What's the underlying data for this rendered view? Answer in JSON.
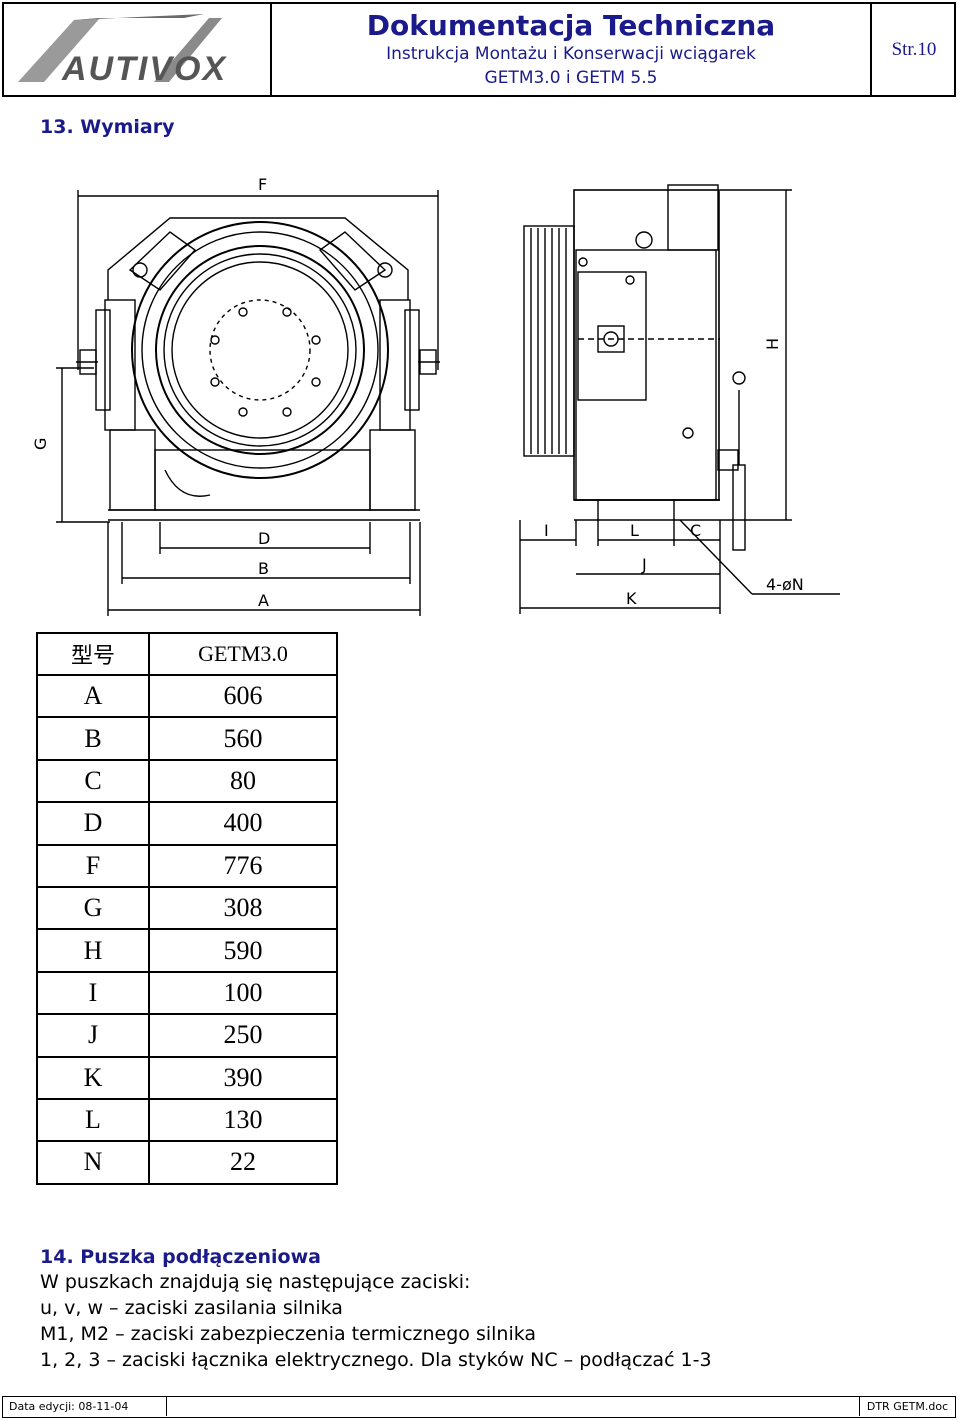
{
  "header": {
    "logo_text": "AUTIVOX",
    "title": "Dokumentacja Techniczna",
    "subtitle": "Instrukcja Montażu i Konserwacji wciągarek",
    "model_line": "GETM3.0 i GETM 5.5",
    "page_label": "Str.10"
  },
  "section13": {
    "heading": "13. Wymiary"
  },
  "drawing": {
    "labels": {
      "F": "F",
      "G": "G",
      "D": "D",
      "B": "B",
      "A": "A",
      "H": "H",
      "I": "I",
      "L": "L",
      "C": "C",
      "J": "J",
      "K": "K",
      "N": "4-øN"
    }
  },
  "dimension_table": {
    "header": [
      "型号",
      "GETM3.0"
    ],
    "rows": [
      [
        "A",
        "606"
      ],
      [
        "B",
        "560"
      ],
      [
        "C",
        "80"
      ],
      [
        "D",
        "400"
      ],
      [
        "F",
        "776"
      ],
      [
        "G",
        "308"
      ],
      [
        "H",
        "590"
      ],
      [
        "I",
        "100"
      ],
      [
        "J",
        "250"
      ],
      [
        "K",
        "390"
      ],
      [
        "L",
        "130"
      ],
      [
        "N",
        "22"
      ]
    ]
  },
  "section14": {
    "heading": "14. Puszka podłączeniowa",
    "lines": [
      "W puszkach znajdują się następujące zaciski:",
      "u, v, w – zaciski zasilania silnika",
      "M1, M2 – zaciski zabezpieczenia termicznego silnika",
      "1, 2, 3 – zaciski łącznika elektrycznego. Dla styków NC – podłączać 1-3"
    ]
  },
  "footer": {
    "edition": "Data edycji: 08-11-04",
    "docname": "DTR GETM.doc"
  },
  "colors": {
    "heading_blue": "#1a1a8a"
  }
}
